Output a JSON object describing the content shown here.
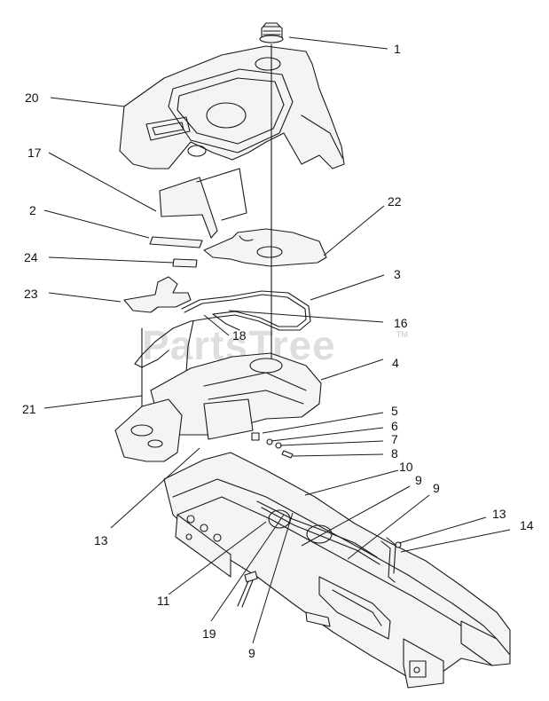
{
  "watermark": {
    "text": "PartsTree",
    "trademark": "TM"
  },
  "callouts": [
    {
      "id": "c1",
      "label": "1"
    },
    {
      "id": "c20",
      "label": "20"
    },
    {
      "id": "c17",
      "label": "17"
    },
    {
      "id": "c2",
      "label": "2"
    },
    {
      "id": "c22",
      "label": "22"
    },
    {
      "id": "c24",
      "label": "24"
    },
    {
      "id": "c3",
      "label": "3"
    },
    {
      "id": "c23",
      "label": "23"
    },
    {
      "id": "c16",
      "label": "16"
    },
    {
      "id": "c18",
      "label": "18"
    },
    {
      "id": "c4",
      "label": "4"
    },
    {
      "id": "c21",
      "label": "21"
    },
    {
      "id": "c5",
      "label": "5"
    },
    {
      "id": "c6",
      "label": "6"
    },
    {
      "id": "c7",
      "label": "7"
    },
    {
      "id": "c8",
      "label": "8"
    },
    {
      "id": "c10",
      "label": "10"
    },
    {
      "id": "c9a",
      "label": "9"
    },
    {
      "id": "c9b",
      "label": "9"
    },
    {
      "id": "c13a",
      "label": "13"
    },
    {
      "id": "c13b",
      "label": "13"
    },
    {
      "id": "c14",
      "label": "14"
    },
    {
      "id": "c11",
      "label": "11"
    },
    {
      "id": "c19",
      "label": "19"
    },
    {
      "id": "c9c",
      "label": "9"
    }
  ]
}
